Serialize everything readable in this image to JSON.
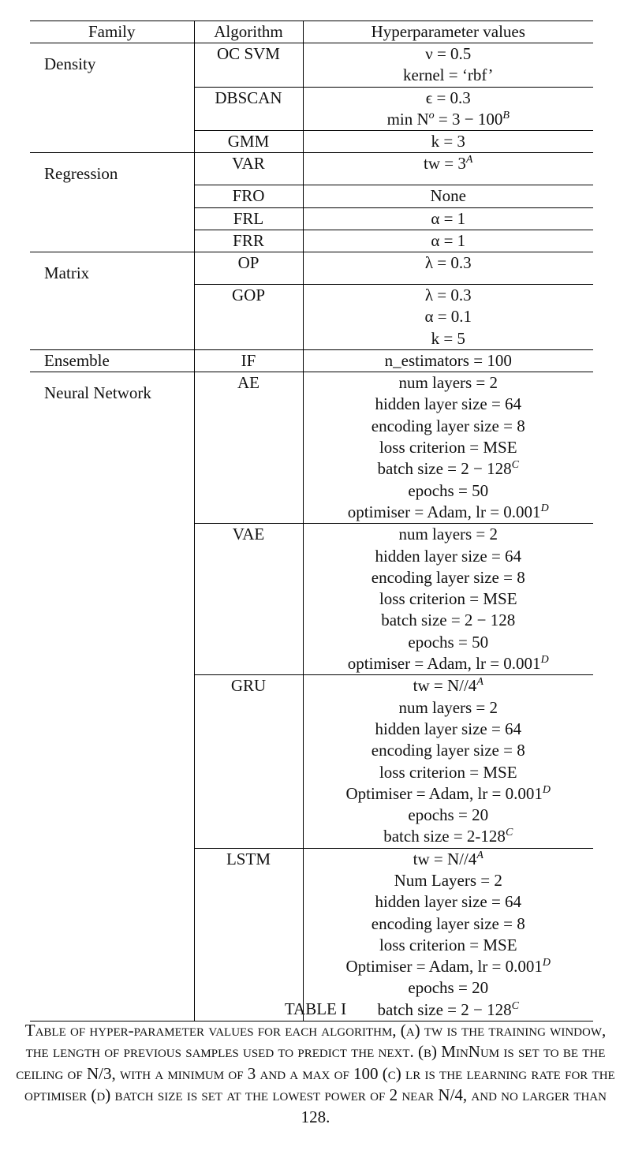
{
  "table": {
    "headers": [
      "Family",
      "Algorithm",
      "Hyperparameter values"
    ],
    "groups": [
      {
        "family": "Density",
        "algorithms": [
          {
            "name": "OC SVM",
            "params": [
              "ν = 0.5",
              "kernel = ‘rbf’"
            ]
          },
          {
            "name": "DBSCAN",
            "params": [
              "ϵ = 0.3",
              "min N^o = 3 − 100^B"
            ]
          },
          {
            "name": "GMM",
            "params": [
              "k = 3"
            ]
          }
        ]
      },
      {
        "family": "Regression",
        "algorithms": [
          {
            "name": "VAR",
            "params": [
              "tw = 3^A"
            ]
          },
          {
            "name": "FRO",
            "params": [
              "None"
            ]
          },
          {
            "name": "FRL",
            "params": [
              "α = 1"
            ]
          },
          {
            "name": "FRR",
            "params": [
              "α = 1"
            ]
          }
        ]
      },
      {
        "family": "Matrix",
        "algorithms": [
          {
            "name": "OP",
            "params": [
              "λ = 0.3"
            ]
          },
          {
            "name": "GOP",
            "params": [
              "λ = 0.3",
              "α = 0.1",
              "k = 5"
            ]
          }
        ]
      },
      {
        "family": "Ensemble",
        "algorithms": [
          {
            "name": "IF",
            "params": [
              "n_estimators = 100"
            ]
          }
        ]
      },
      {
        "family": "Neural Network",
        "algorithms": [
          {
            "name": "AE",
            "params": [
              "num layers = 2",
              "hidden layer size = 64",
              "encoding layer size = 8",
              "loss criterion = MSE",
              "batch size = 2 − 128^C",
              "epochs = 50",
              "optimiser = Adam, lr = 0.001^D"
            ]
          },
          {
            "name": "VAE",
            "params": [
              "num layers = 2",
              "hidden layer size = 64",
              "encoding layer size = 8",
              "loss criterion = MSE",
              "batch size = 2 − 128",
              "epochs = 50",
              "optimiser = Adam, lr = 0.001^D"
            ]
          },
          {
            "name": "GRU",
            "params": [
              "tw = N//4^A",
              "num layers = 2",
              "hidden layer size = 64",
              "encoding layer size = 8",
              "loss criterion = MSE",
              "Optimiser = Adam, lr = 0.001^D",
              "epochs = 20",
              "batch size = 2-128^C"
            ]
          },
          {
            "name": "LSTM",
            "params": [
              "tw = N//4^A",
              "Num Layers = 2",
              "hidden layer size = 64",
              "encoding layer size = 8",
              "loss criterion = MSE",
              "Optimiser = Adam, lr = 0.001^D",
              "epochs = 20",
              "batch size = 2 − 128^C"
            ]
          }
        ]
      }
    ]
  },
  "caption": {
    "number": "TABLE I",
    "text": "Table of hyper-parameter values for each algorithm, (a) tw is the training window, the length of previous samples used to predict the next. (b) MinNum is set to be the ceiling of N/3, with a minimum of 3 and a max of 100 (c) lr is the learning rate for the optimiser (d) batch size is set at the lowest power of 2 near N/4, and no larger than 128."
  }
}
